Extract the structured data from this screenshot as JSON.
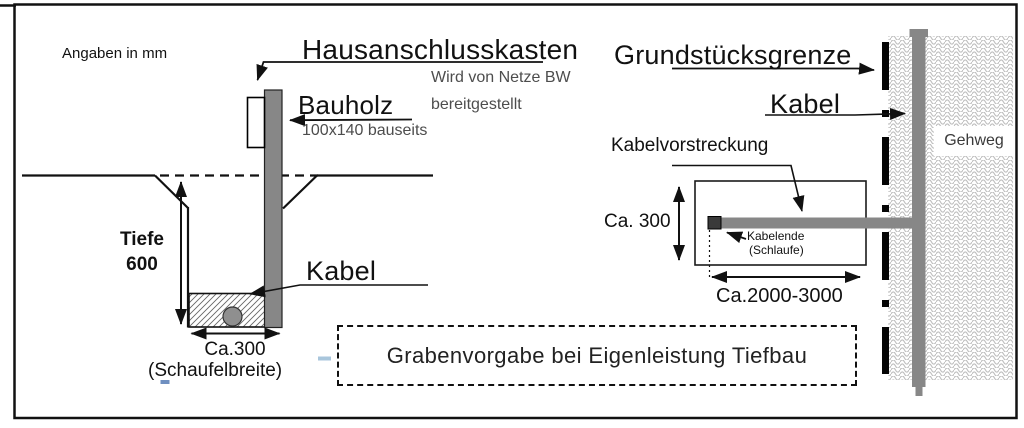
{
  "diagram": {
    "note": "Angaben in mm",
    "left": {
      "hak_label": "Hausanschlusskasten",
      "hak_sub1": "Wird von Netze BW",
      "hak_sub2": "bereitgestellt",
      "bauholz_label": "Bauholz",
      "bauholz_sub": "100x140 bauseits",
      "tiefe_label": "Tiefe",
      "tiefe_value": "600",
      "kabel_label": "Kabel",
      "trench_width_value": "Ca.300",
      "trench_width_sub": "(Schaufelbreite)"
    },
    "right": {
      "grenze_label": "Grundstücksgrenze",
      "kabel_label": "Kabel",
      "vorstreckung_label": "Kabelvorstreckung",
      "trench_height_value": "Ca. 300",
      "kabelende_line1": "Kabelende",
      "kabelende_line2": "(Schlaufe)",
      "trench_length_value": "Ca.2000-3000",
      "gehweg_label": "Gehweg"
    },
    "title": "Grabenvorgabe bei Eigenleistung Tiefbau",
    "colors": {
      "wood_post_gray": "#878787",
      "cable_gray": "#878787",
      "cable_end_dark": "#3a3a3a",
      "pavement_pattern_gray": "#bdbdbd",
      "subtext_gray": "#4d4d4d",
      "accent_blue": "#a9c6dc",
      "line_black": "#111111"
    }
  }
}
